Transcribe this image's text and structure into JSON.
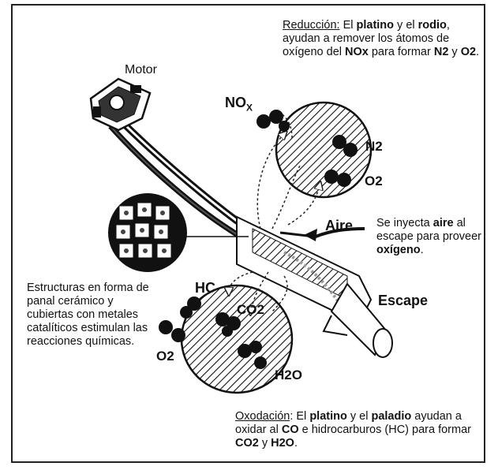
{
  "labels": {
    "motor": "Motor",
    "nox": "NO",
    "nox_sub": "X",
    "n2": "N2",
    "o2_top": "O2",
    "aire": "Aire",
    "hc": "HC",
    "co2": "CO2",
    "o2_bottom": "O2",
    "h2o": "H2O",
    "escape": "Escape"
  },
  "reduccion": {
    "heading": "Reducción:",
    "t1": " El ",
    "b1": "platino",
    "t2": " y el ",
    "b2": "rodio",
    "t3": ", ayudan a remover los átomos de oxígeno del ",
    "b3": "NOx",
    "t4": " para formar ",
    "b4": "N2",
    "t5": " y ",
    "b5": "O2",
    "t6": "."
  },
  "aire_note": {
    "t1": "Se inyecta ",
    "b1": "aire",
    "t2": " al escape para proveer ",
    "b2": "oxígeno",
    "t3": "."
  },
  "panal_note": "Estructuras en forma de panal cerámico y cubiertas con metales catalíticos estimulan las reacciones químicas.",
  "oxodacion": {
    "heading": "Oxodación",
    "t1": ": El ",
    "b1": "platino",
    "t2": " y el ",
    "b2": "paladio",
    "t3": " ayudan a oxidar al ",
    "b3": "CO",
    "t4": " e hidrocarburos (HC) para formar ",
    "b4": "CO2",
    "t5": " y ",
    "b5": "H2O",
    "t6": "."
  }
}
